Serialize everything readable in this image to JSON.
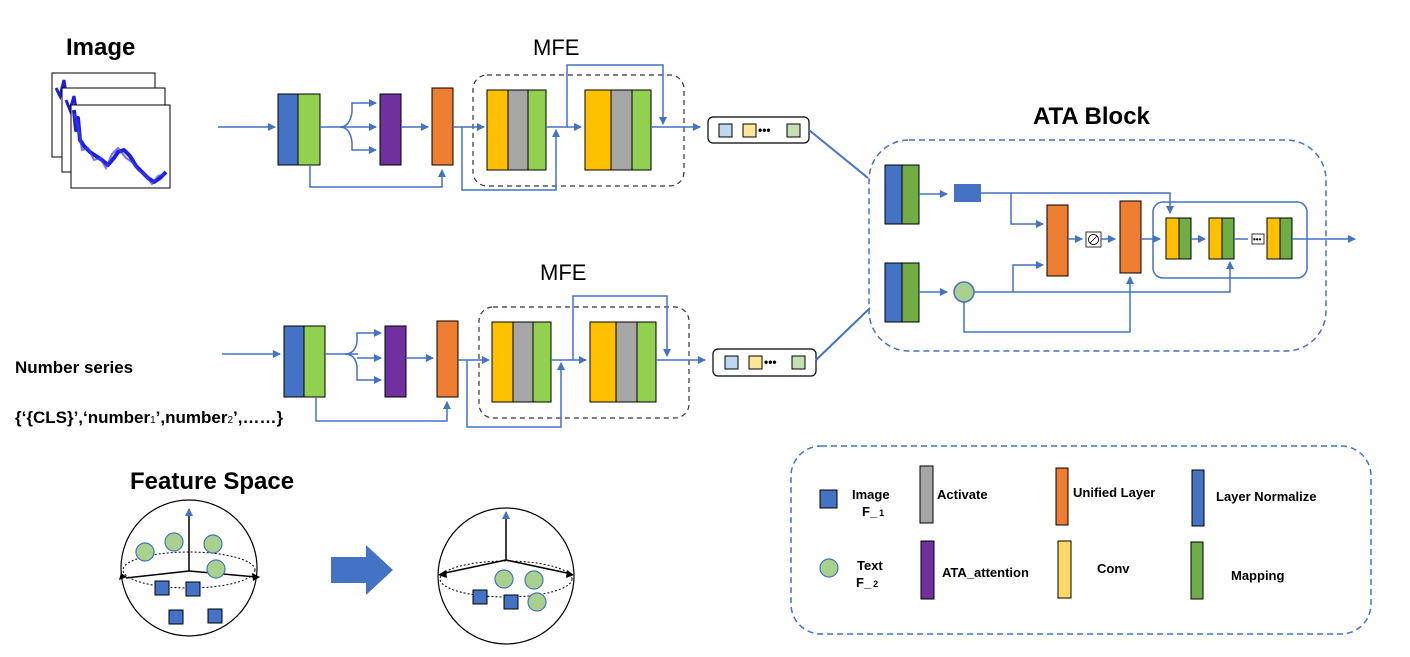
{
  "labels": {
    "image_title": "Image",
    "mfe_top": "MFE",
    "mfe_bottom": "MFE",
    "ata_block": "ATA Block",
    "number_series": "Number series",
    "sequence_text": "{‘{CLS}’,‘number",
    "sequence_sub1": "1",
    "sequence_mid": "’,number",
    "sequence_sub2": "2",
    "sequence_end": "’,……}",
    "feature_space": "Feature Space",
    "ellipsis": "•••"
  },
  "legend": {
    "image": "Image",
    "image_sub": "F_",
    "image_sub_idx": "1",
    "text": "Text",
    "text_sub": "F_",
    "text_sub_idx": "2",
    "activate": "Activate",
    "ata_attention": "ATA_attention",
    "unified_layer": "Unified  Layer",
    "conv": "Conv",
    "layer_normalize": "Layer Normalize",
    "mapping": "Mapping"
  },
  "colors": {
    "blue": "#4472C4",
    "green": "#92D050",
    "purple": "#7030A0",
    "orange": "#ED7D31",
    "yellow": "#FFC000",
    "gray": "#A6A6A6",
    "dark_green": "#70AD47",
    "line": "#4472C4",
    "token_blue": "#BDD7EE",
    "token_yellow": "#FFE699",
    "token_green": "#C5E0B4",
    "circle_green": "#A9D18E"
  }
}
